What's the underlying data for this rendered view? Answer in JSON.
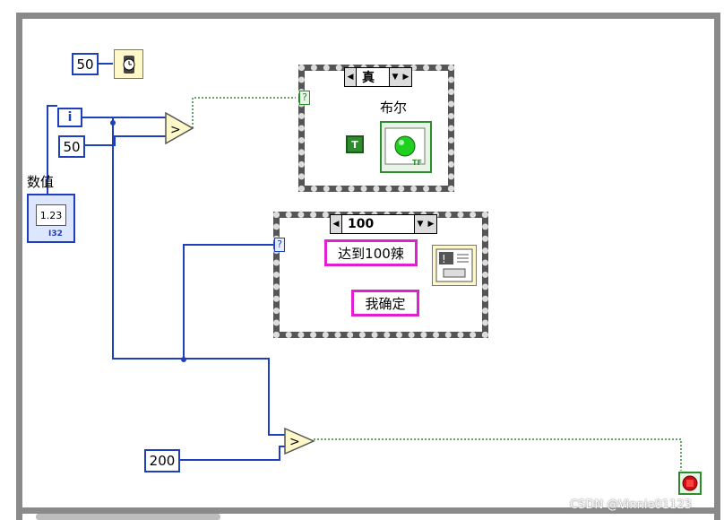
{
  "constants": {
    "wait_ms": "50",
    "compare_a": "50",
    "compare_b": "200",
    "iteration": "i"
  },
  "indicator": {
    "label": "数值",
    "value": "1.23",
    "type": "I32"
  },
  "case_top": {
    "selector_value": "真",
    "selector_terminal": "?",
    "bool_label": "布尔",
    "bool_const": "T",
    "led_tag": "TF"
  },
  "case_bottom": {
    "selector_value": "100",
    "selector_terminal": "?",
    "string_message": "达到100辣",
    "string_button": "我确定"
  },
  "watermark": "CSDN @Vinnie01123",
  "colors": {
    "wire_int": "#1f3fbf",
    "wire_bool": "#2e8b2e",
    "wire_string": "#e020d0",
    "frame": "#8a8a8a"
  }
}
